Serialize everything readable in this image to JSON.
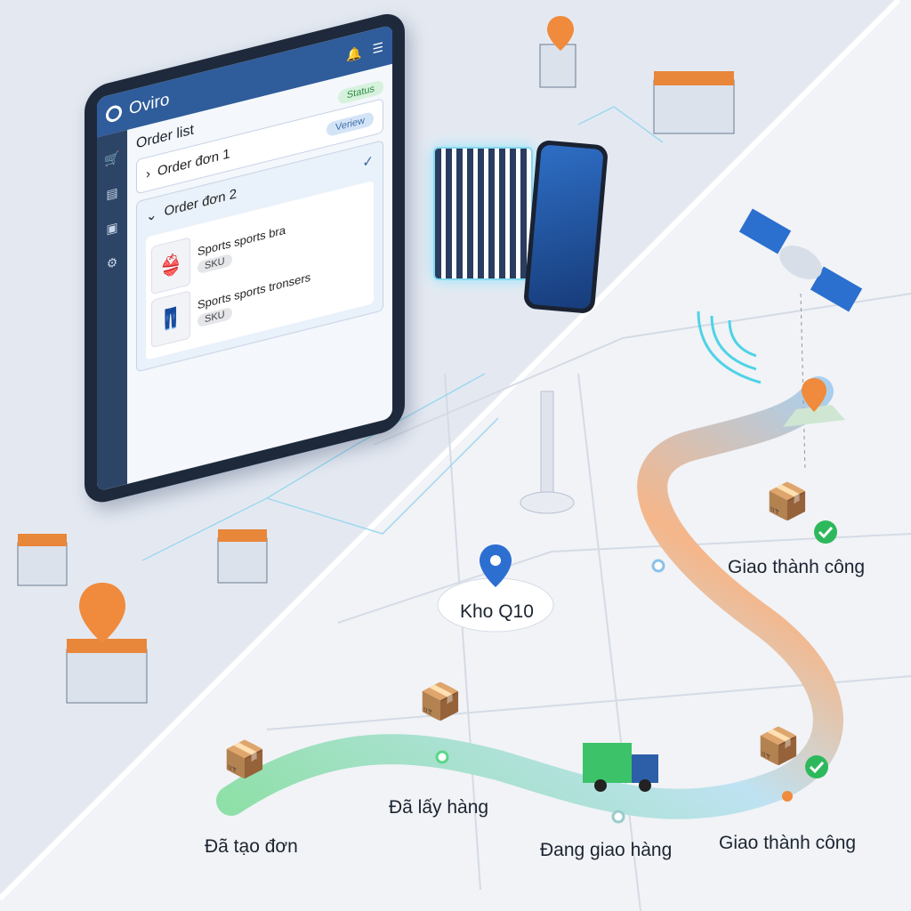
{
  "app": {
    "name": "Oviro",
    "title": "Order list",
    "status_badge": "Status",
    "view_badge": "Veriew"
  },
  "orders": [
    {
      "label": "Order đơn 1",
      "expanded": false
    },
    {
      "label": "Order đơn 2",
      "expanded": true,
      "items": [
        {
          "name": "Sports sports bra",
          "sku": "SKU"
        },
        {
          "name": "Sports sports tronsers",
          "sku": "SKU"
        }
      ]
    }
  ],
  "map": {
    "warehouse": "Kho Q10"
  },
  "timeline": [
    {
      "label": "Đã tạo đơn"
    },
    {
      "label": "Đã lấy hàng"
    },
    {
      "label": "Đang giao hàng"
    },
    {
      "label": "Giao thành công"
    }
  ],
  "delivered_label": "Giao thành công",
  "colors": {
    "brand": "#2f5c9a",
    "created": "#5cd68a",
    "picked": "#6ec0e8",
    "delivered": "#f08a3c"
  }
}
